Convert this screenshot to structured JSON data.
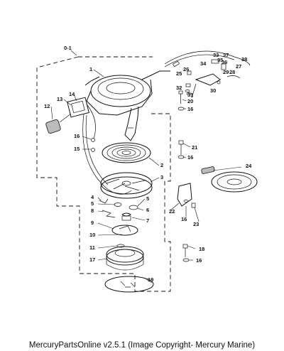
{
  "labels": {
    "assembly": "0-1",
    "p1": "1",
    "p2": "2",
    "p3": "3",
    "p4": "4",
    "p5a": "5",
    "p5b": "5",
    "p6": "6",
    "p7": "7",
    "p8": "8",
    "p9": "9",
    "p10": "10",
    "p11": "11",
    "p12": "12",
    "p13": "13",
    "p14": "14",
    "p15": "15",
    "p16a": "16",
    "p16b": "16",
    "p16c": "16",
    "p16d": "16",
    "p16e": "16",
    "p17": "17",
    "p18": "18",
    "p19": "19",
    "p20": "20",
    "p21": "21",
    "p22": "22",
    "p23": "23",
    "p24": "24",
    "p25": "25",
    "p26": "26",
    "p27": "27",
    "p28": "28",
    "p29": "29",
    "p30": "30",
    "p31": "31",
    "p32": "32",
    "p33": "33",
    "p34": "34",
    "p35": "35",
    "p36": "36",
    "p37": "37",
    "p38": "38"
  },
  "footer": "MercuryPartsOnline v2.5.1 (Image Copyright- Mercury Marine)"
}
